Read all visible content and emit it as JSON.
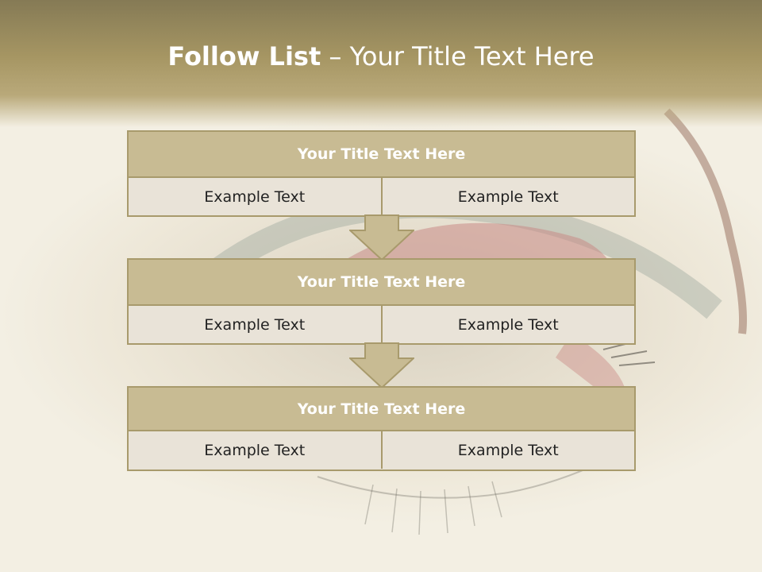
{
  "title": {
    "bold": "Follow List",
    "rest": " – Your Title Text Here"
  },
  "rows": [
    {
      "heading": "Your Title Text Here",
      "left": "Example Text",
      "right": "Example Text"
    },
    {
      "heading": "Your Title Text Here",
      "left": "Example Text",
      "right": "Example Text"
    },
    {
      "heading": "Your Title Text Here",
      "left": "Example Text",
      "right": "Example Text"
    }
  ],
  "colors": {
    "header": "#a69663",
    "box_border": "#a89a6c",
    "box_head": "#c8bb93",
    "box_cell": "#e9e3d8",
    "arrow": "#c8bb93"
  }
}
